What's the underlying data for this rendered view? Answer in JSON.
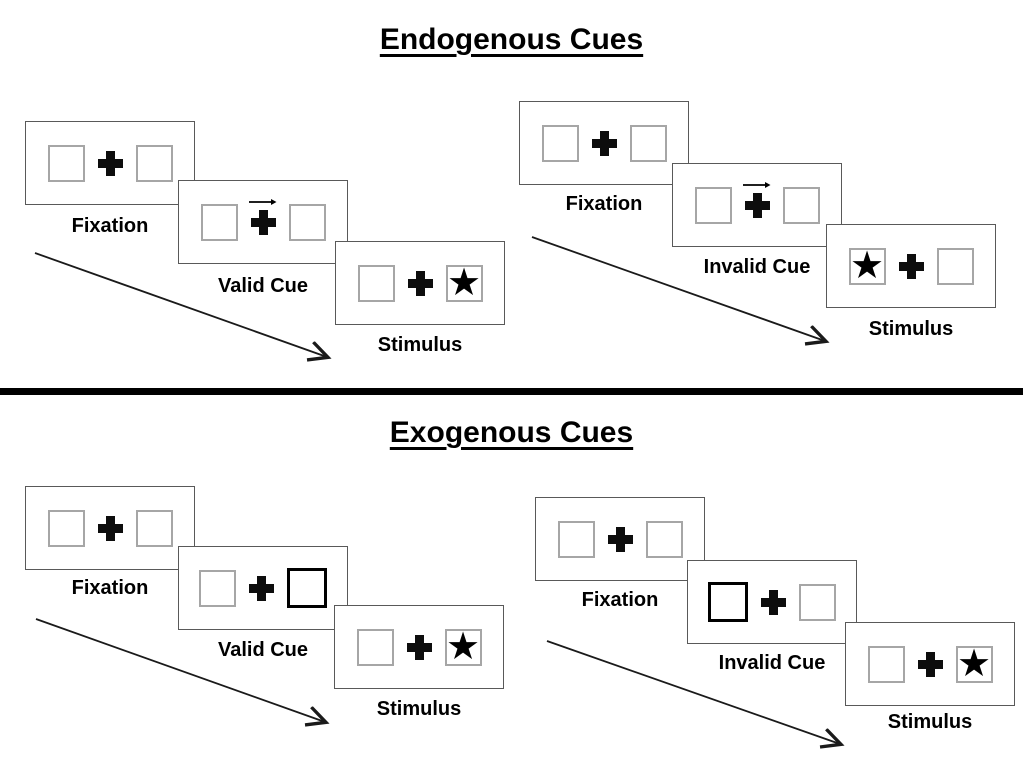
{
  "glyphs": {
    "star": "★"
  },
  "colors": {
    "ink": "#000000",
    "panel_border": "#595959",
    "box_border": "#a6a6a6",
    "bold_box_border": "#000000",
    "background": "#ffffff"
  },
  "sections": [
    {
      "title": "Endogenous Cues",
      "trials": [
        {
          "name": "valid",
          "panels": [
            {
              "label": "Fixation",
              "left_box": "empty",
              "right_box": "empty"
            },
            {
              "label": "Valid Cue",
              "left_box": "empty",
              "right_box": "empty",
              "cue_arrow_direction": "right"
            },
            {
              "label": "Stimulus",
              "left_box": "empty",
              "right_box": "star"
            }
          ]
        },
        {
          "name": "invalid",
          "panels": [
            {
              "label": "Fixation",
              "left_box": "empty",
              "right_box": "empty"
            },
            {
              "label": "Invalid Cue",
              "left_box": "empty",
              "right_box": "empty",
              "cue_arrow_direction": "right"
            },
            {
              "label": "Stimulus",
              "left_box": "star",
              "right_box": "empty"
            }
          ]
        }
      ]
    },
    {
      "title": "Exogenous Cues",
      "trials": [
        {
          "name": "valid",
          "panels": [
            {
              "label": "Fixation",
              "left_box": "empty",
              "right_box": "empty"
            },
            {
              "label": "Valid Cue",
              "left_box": "empty",
              "right_box": "empty-bold"
            },
            {
              "label": "Stimulus",
              "left_box": "empty",
              "right_box": "star"
            }
          ]
        },
        {
          "name": "invalid",
          "panels": [
            {
              "label": "Fixation",
              "left_box": "empty",
              "right_box": "empty"
            },
            {
              "label": "Invalid Cue",
              "left_box": "empty-bold",
              "right_box": "empty"
            },
            {
              "label": "Stimulus",
              "left_box": "empty",
              "right_box": "star"
            }
          ]
        }
      ]
    }
  ]
}
